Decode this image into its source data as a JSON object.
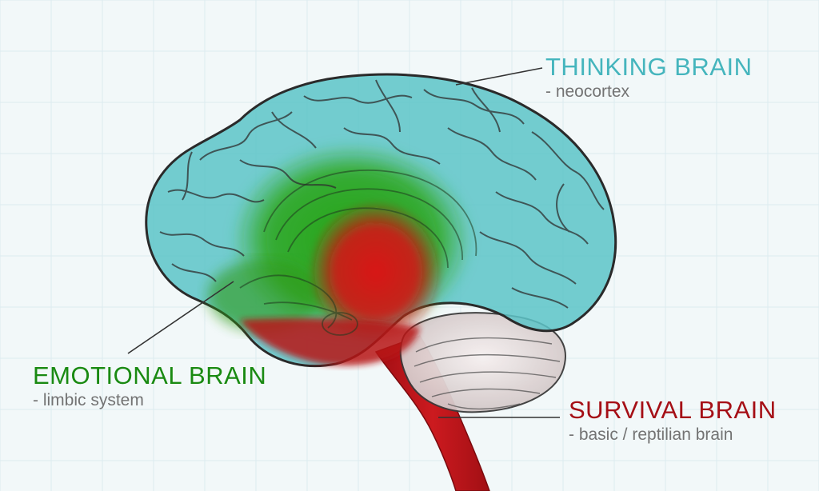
{
  "labels": {
    "thinking": {
      "title": "THINKING BRAIN",
      "subtitle": "- neocortex"
    },
    "emotional": {
      "title": "EMOTIONAL BRAIN",
      "subtitle": "- limbic system"
    },
    "survival": {
      "title": "SURVIVAL BRAIN",
      "subtitle": "- basic / reptilian brain"
    }
  },
  "colors": {
    "thinking": "#45b5bd",
    "emotional": "#1a8a12",
    "survival": "#a50f16",
    "cortex_fill": "#5cc4c8",
    "limbic_fill": "#22a010",
    "core_fill": "#d41414",
    "cerebellum_fill": "#e8e2e2",
    "outline": "#2a2a2a",
    "leader_line": "#333333",
    "grid": "#dcebef"
  }
}
